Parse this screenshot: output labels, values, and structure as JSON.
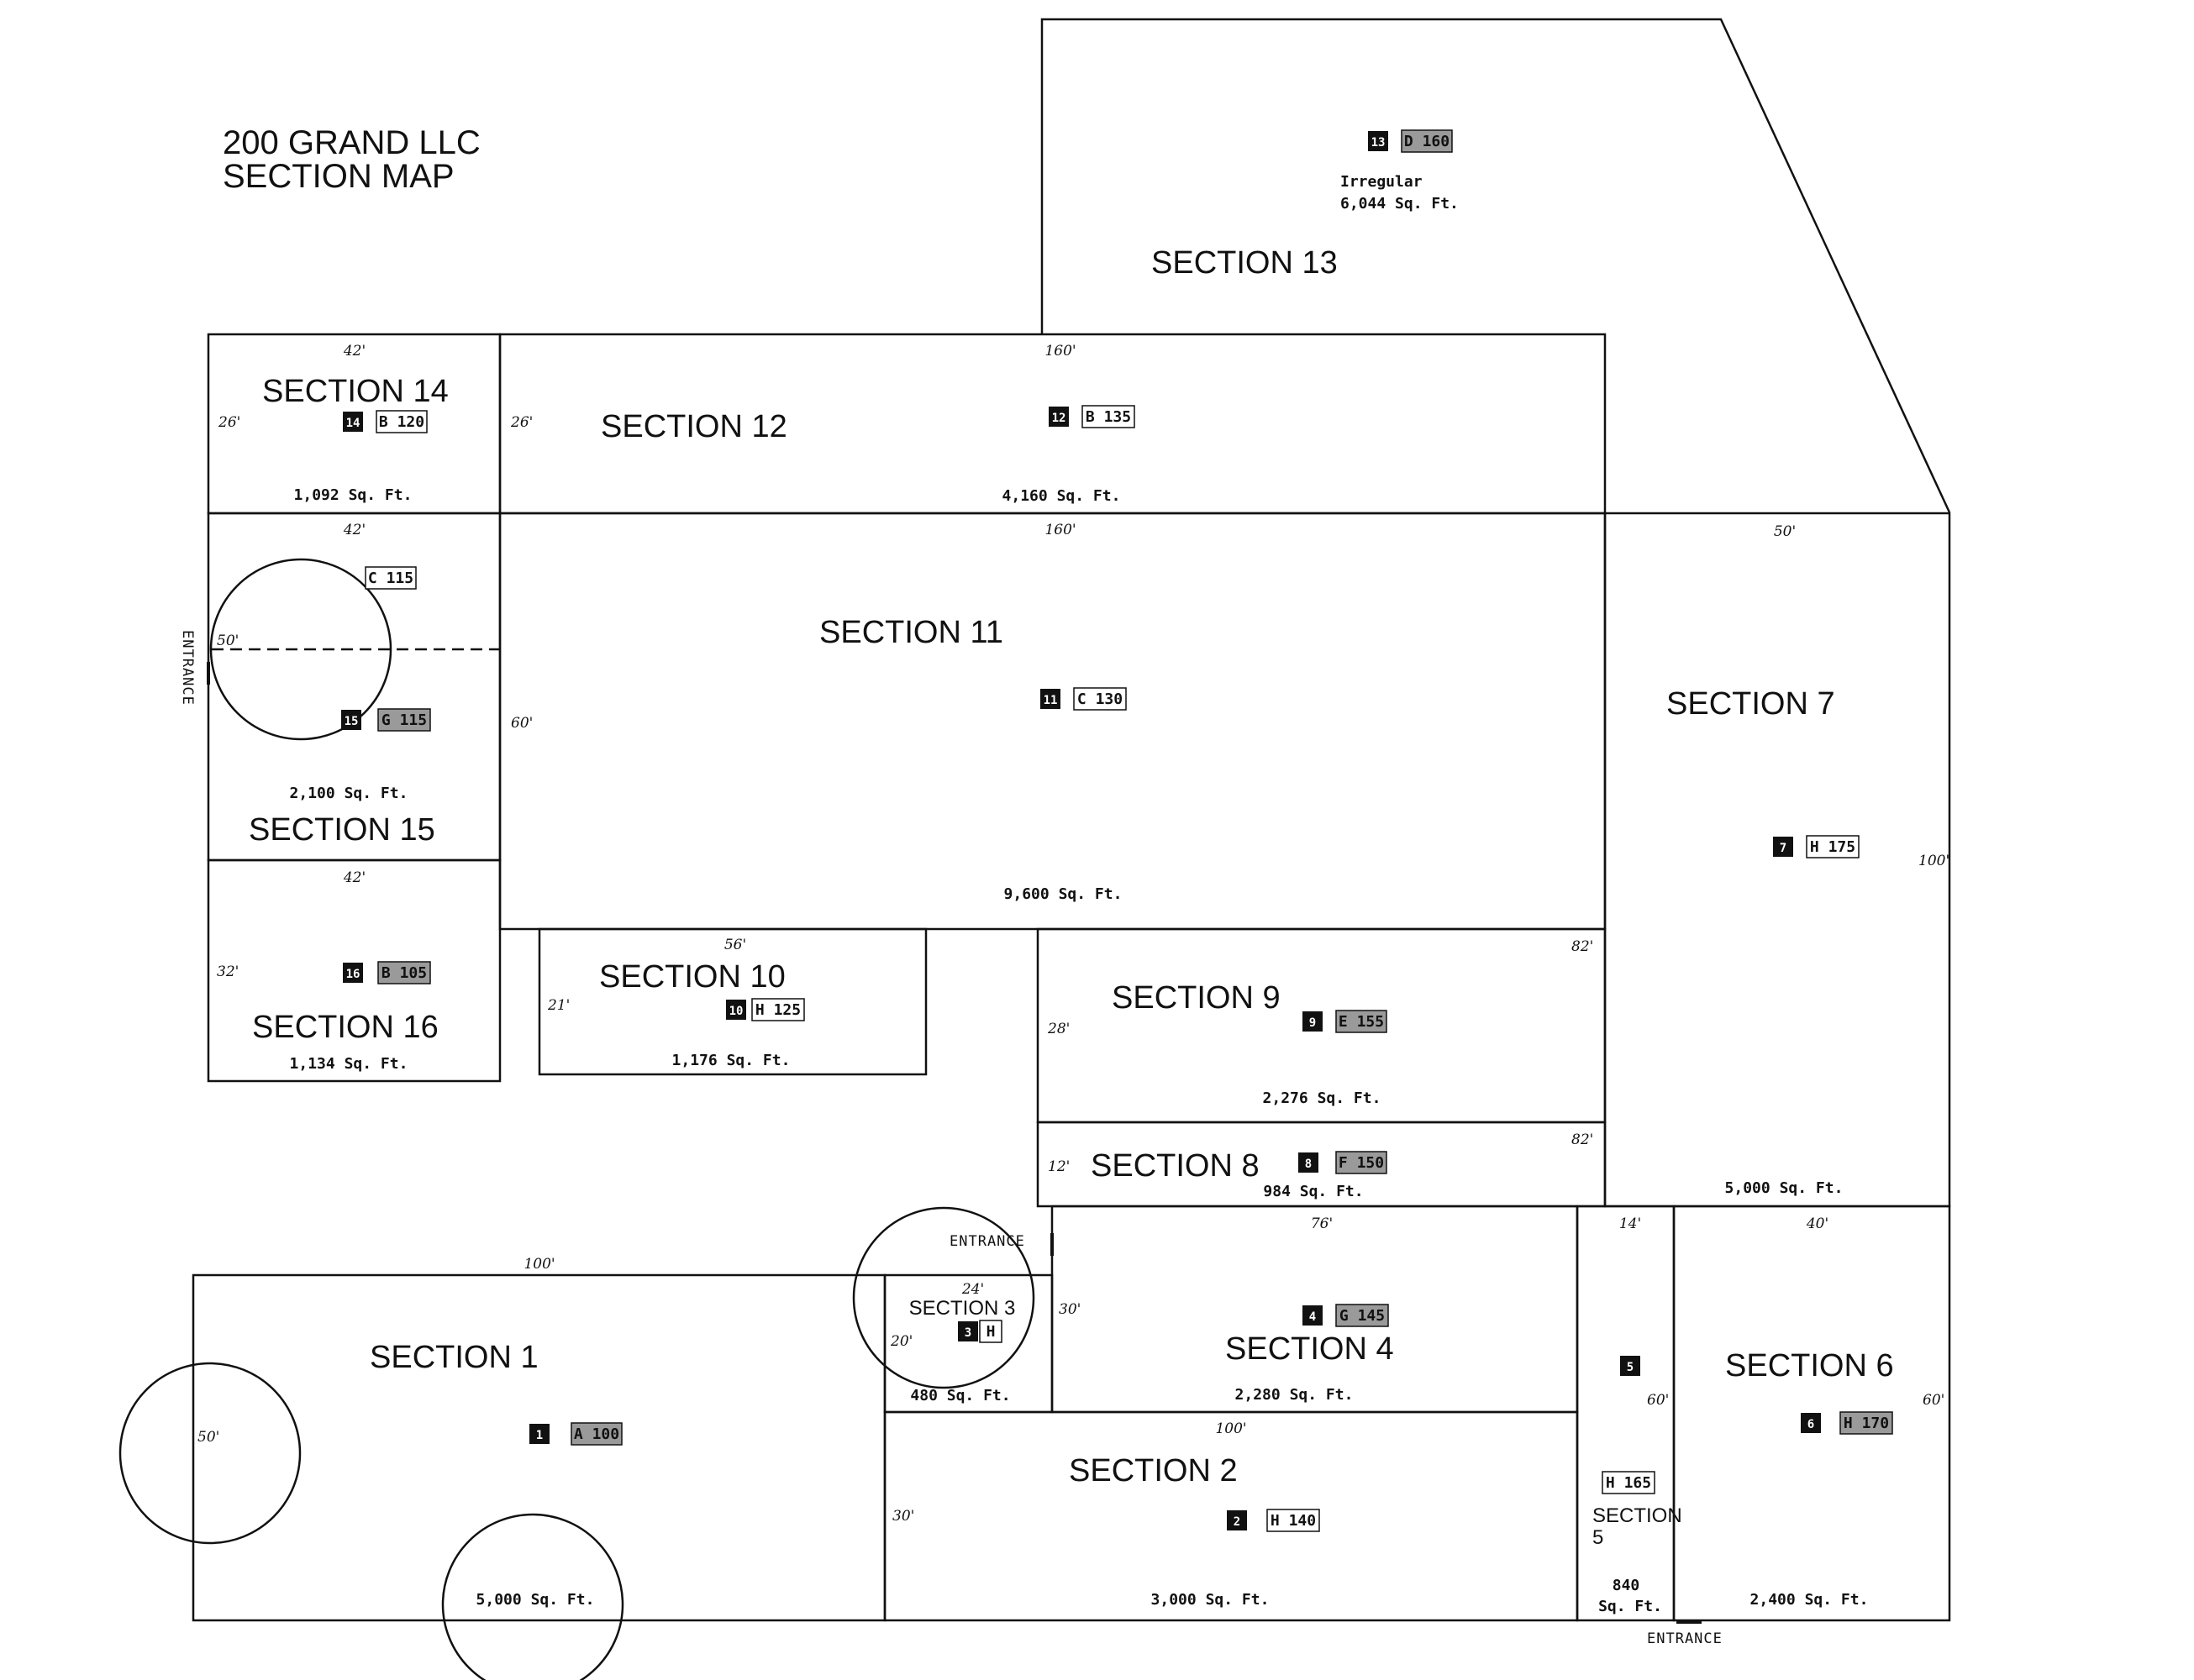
{
  "title": {
    "line1": "200 GRAND LLC",
    "line2": "SECTION MAP"
  },
  "colors": {
    "ink": "#111111",
    "tag_shaded": "#9a9a9a",
    "tag_dark": "#111111"
  },
  "sections": {
    "s1": {
      "name": "SECTION 1",
      "num": "1",
      "code": "A 100",
      "area": "5,000 Sq. Ft."
    },
    "s2": {
      "name": "SECTION 2",
      "num": "2",
      "code": "H 140",
      "area": "3,000 Sq. Ft."
    },
    "s3": {
      "name": "SECTION 3",
      "num": "3",
      "code": "H",
      "area": "480 Sq. Ft."
    },
    "s4": {
      "name": "SECTION 4",
      "num": "4",
      "code": "G 145",
      "area": "2,280 Sq. Ft."
    },
    "s5": {
      "name_l1": "SECTION",
      "name_l2": "5",
      "num": "5",
      "code": "H 165",
      "area_l1": "840",
      "area_l2": "Sq. Ft."
    },
    "s6": {
      "name": "SECTION 6",
      "num": "6",
      "code": "H 170",
      "area": "2,400 Sq. Ft."
    },
    "s7": {
      "name": "SECTION 7",
      "num": "7",
      "code": "H 175",
      "area": "5,000 Sq. Ft."
    },
    "s8": {
      "name": "SECTION 8",
      "num": "8",
      "code": "F 150",
      "area": "984 Sq. Ft."
    },
    "s9": {
      "name": "SECTION 9",
      "num": "9",
      "code": "E 155",
      "area": "2,276 Sq. Ft."
    },
    "s10": {
      "name": "SECTION 10",
      "num": "10",
      "code": "H 125",
      "area": "1,176 Sq. Ft."
    },
    "s11": {
      "name": "SECTION 11",
      "num": "11",
      "code": "C 130",
      "area": "9,600 Sq. Ft."
    },
    "s12": {
      "name": "SECTION 12",
      "num": "12",
      "code": "B 135",
      "area": "4,160 Sq. Ft."
    },
    "s13": {
      "name": "SECTION 13",
      "num": "13",
      "code": "D 160",
      "shape": "Irregular",
      "area": "6,044 Sq. Ft."
    },
    "s14": {
      "name": "SECTION 14",
      "num": "14",
      "code": "B 120",
      "area": "1,092 Sq. Ft."
    },
    "s15": {
      "name": "SECTION 15",
      "num": "15",
      "code": "G 115",
      "code2": "C 115",
      "area": "2,100 Sq. Ft."
    },
    "s16": {
      "name": "SECTION 16",
      "num": "16",
      "code": "B 105",
      "area": "1,134 Sq. Ft."
    }
  },
  "dims": {
    "d42a": "42'",
    "d26a": "26'",
    "d160a": "160'",
    "d26b": "26'",
    "d42b": "42'",
    "d50a": "50'",
    "d160b": "160'",
    "d50b": "50'",
    "d60a": "60'",
    "d100a": "100'",
    "d42c": "42'",
    "d32": "32'",
    "d56": "56'",
    "d21": "21'",
    "d82a": "82'",
    "d28": "28'",
    "d82b": "82'",
    "d12": "12'",
    "d76": "76'",
    "d14": "14'",
    "d40": "40'",
    "d100b": "100'",
    "d24": "24'",
    "d20": "20'",
    "d30a": "30'",
    "d50c": "50'",
    "d100c": "100'",
    "d30b": "30'",
    "d60b": "60'",
    "d60c": "60'"
  },
  "entrances": {
    "left": "ENTRANCE",
    "mid": "ENTRANCE",
    "bottom": "ENTRANCE"
  }
}
